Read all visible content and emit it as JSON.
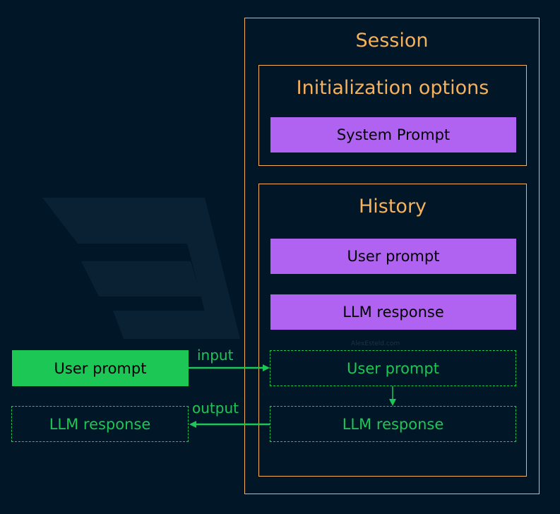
{
  "session": {
    "title": "Session",
    "init_options": {
      "title": "Initialization options",
      "system_prompt": "System Prompt"
    },
    "history": {
      "title": "History",
      "past_user_prompt": "User prompt",
      "past_llm_response": "LLM response",
      "current_user_prompt": "User prompt",
      "current_llm_response": "LLM response"
    }
  },
  "external": {
    "user_prompt": "User prompt",
    "llm_response": "LLM response"
  },
  "edges": {
    "input_label": "input",
    "output_label": "output"
  },
  "colors": {
    "background": "#011627",
    "frame": "#f6b15d",
    "history_item": "#b062f1",
    "active_item": "#1dc755"
  }
}
